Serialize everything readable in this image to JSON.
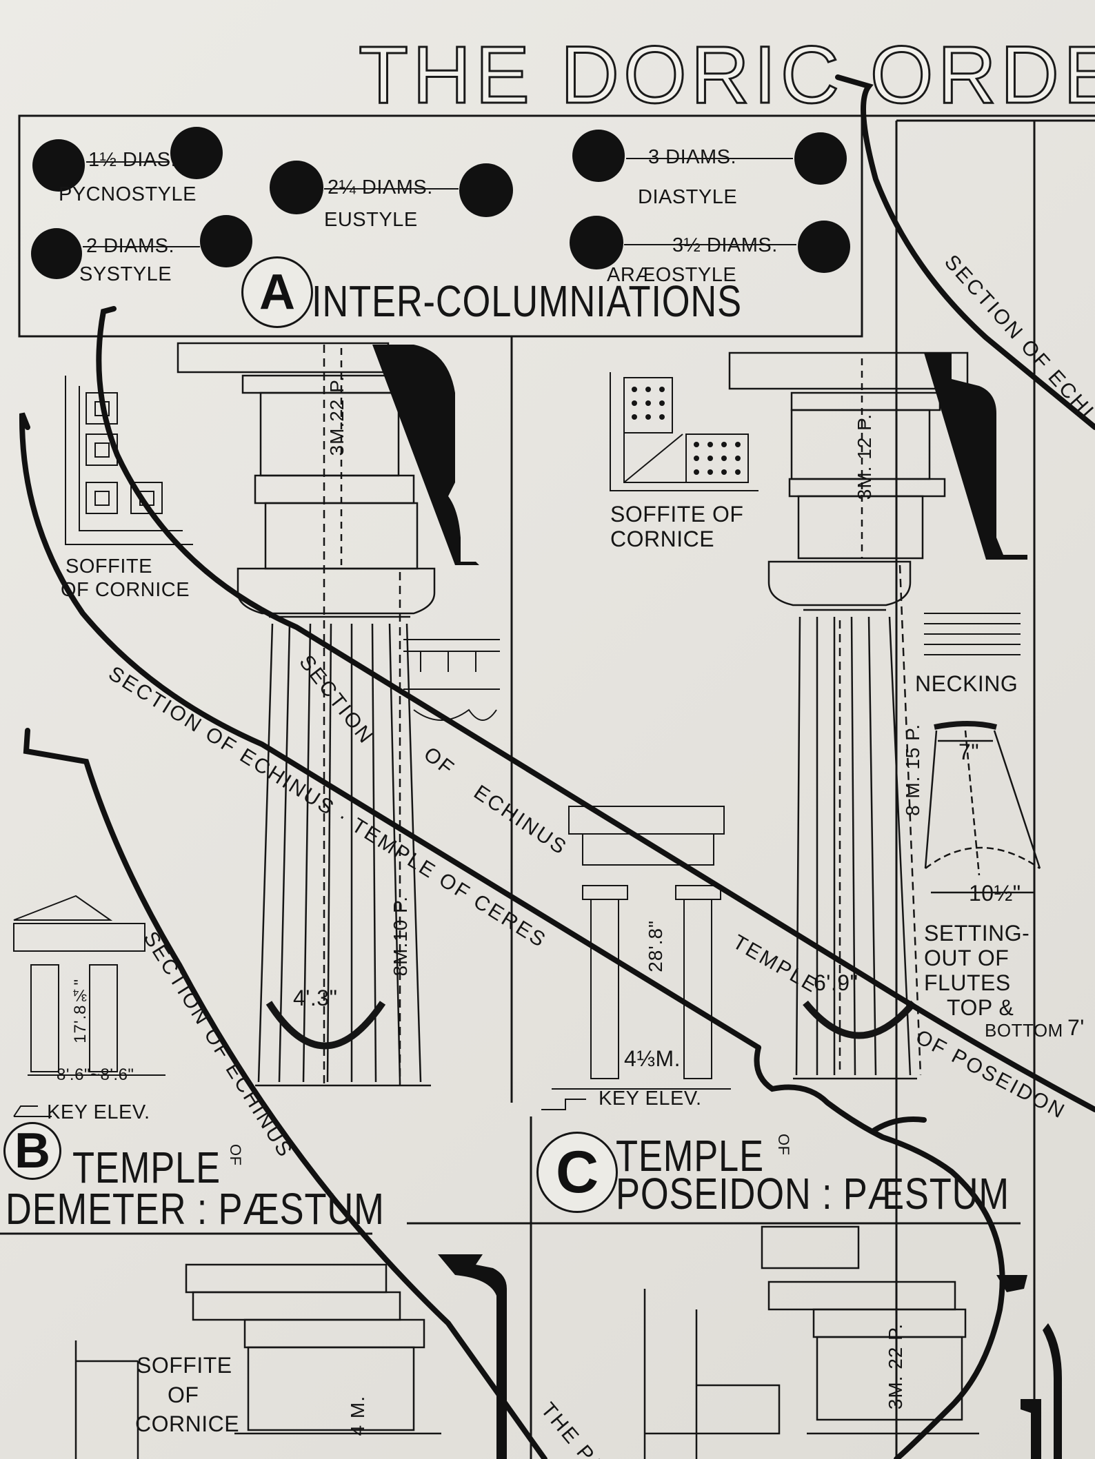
{
  "title": "THE DORIC ORDER",
  "inter": {
    "heading": "INTER-COLUMNIATIONS",
    "letter": "A",
    "pycno_dim": "1½ DIAS.",
    "pycno": "PYCNOSTYLE",
    "eu_dim": "2¼ DIAMS.",
    "eu": "EUSTYLE",
    "dia_dim": "3 DIAMS.",
    "dia": "DIASTYLE",
    "sys_dim": "2 DIAMS.",
    "sys": "SYSTYLE",
    "arae_dim": "3½ DIAMS.",
    "arae": "ARÆOSTYLE"
  },
  "panel_b": {
    "letter": "B",
    "title_line1": "TEMPLE",
    "of": "OF",
    "title_line2": "DEMETER : PÆSTUM",
    "soffite": "SOFFITE OF CORNICE",
    "soffite_l1": "SOFFITE",
    "soffite_l2": "OF CORNICE",
    "entab_height": "3M.22 P.",
    "col_height": "8M.10 P.",
    "diameter": "4'.3\"",
    "key_elev": "KEY ELEV.",
    "key_height": "17'.8¾\"",
    "key_spacing": "8'.6\"~8'.6\"",
    "section": "SECTION OF ECHINUS"
  },
  "ceres": {
    "label": "SECTION OF ECHINUS · TEMPLE OF CERES"
  },
  "panel_c": {
    "letter": "C",
    "title_line1": "TEMPLE",
    "of": "OF",
    "title_line2": "POSEIDON : PÆSTUM",
    "soffite_l1": "SOFFITE OF",
    "soffite_l2": "CORNICE",
    "entab_height": "3M. 12 P.",
    "col_height": "8 M. 15 P.",
    "necking": "NECKING",
    "flute_top": "7\"",
    "flute_bottom": "10½\"",
    "setting_l1": "SETTING-",
    "setting_l2": "OUT OF",
    "setting_l3": "FLUTES",
    "setting_l4": "TOP &",
    "setting_l5": "BOTTOM",
    "side": "7'",
    "diameter": "6'.9\"",
    "key_height": "28'.8\"",
    "key_spacing": "4⅓M.",
    "key_elev": "KEY ELEV.",
    "section1": "SECTION",
    "section2": "OF",
    "section3": "ECHINUS",
    "section4": "TEMPLE",
    "section5": "OF POSEIDON"
  },
  "right": {
    "section": "SECTION OF ECHI"
  },
  "bottom": {
    "soffite_l1": "SOFFITE",
    "soffite_l2": "OF",
    "soffite_l3": "CORNICE",
    "left_height": "4 M.",
    "right_height": "3M. 22 P.",
    "parthenon": "THE PAR"
  }
}
